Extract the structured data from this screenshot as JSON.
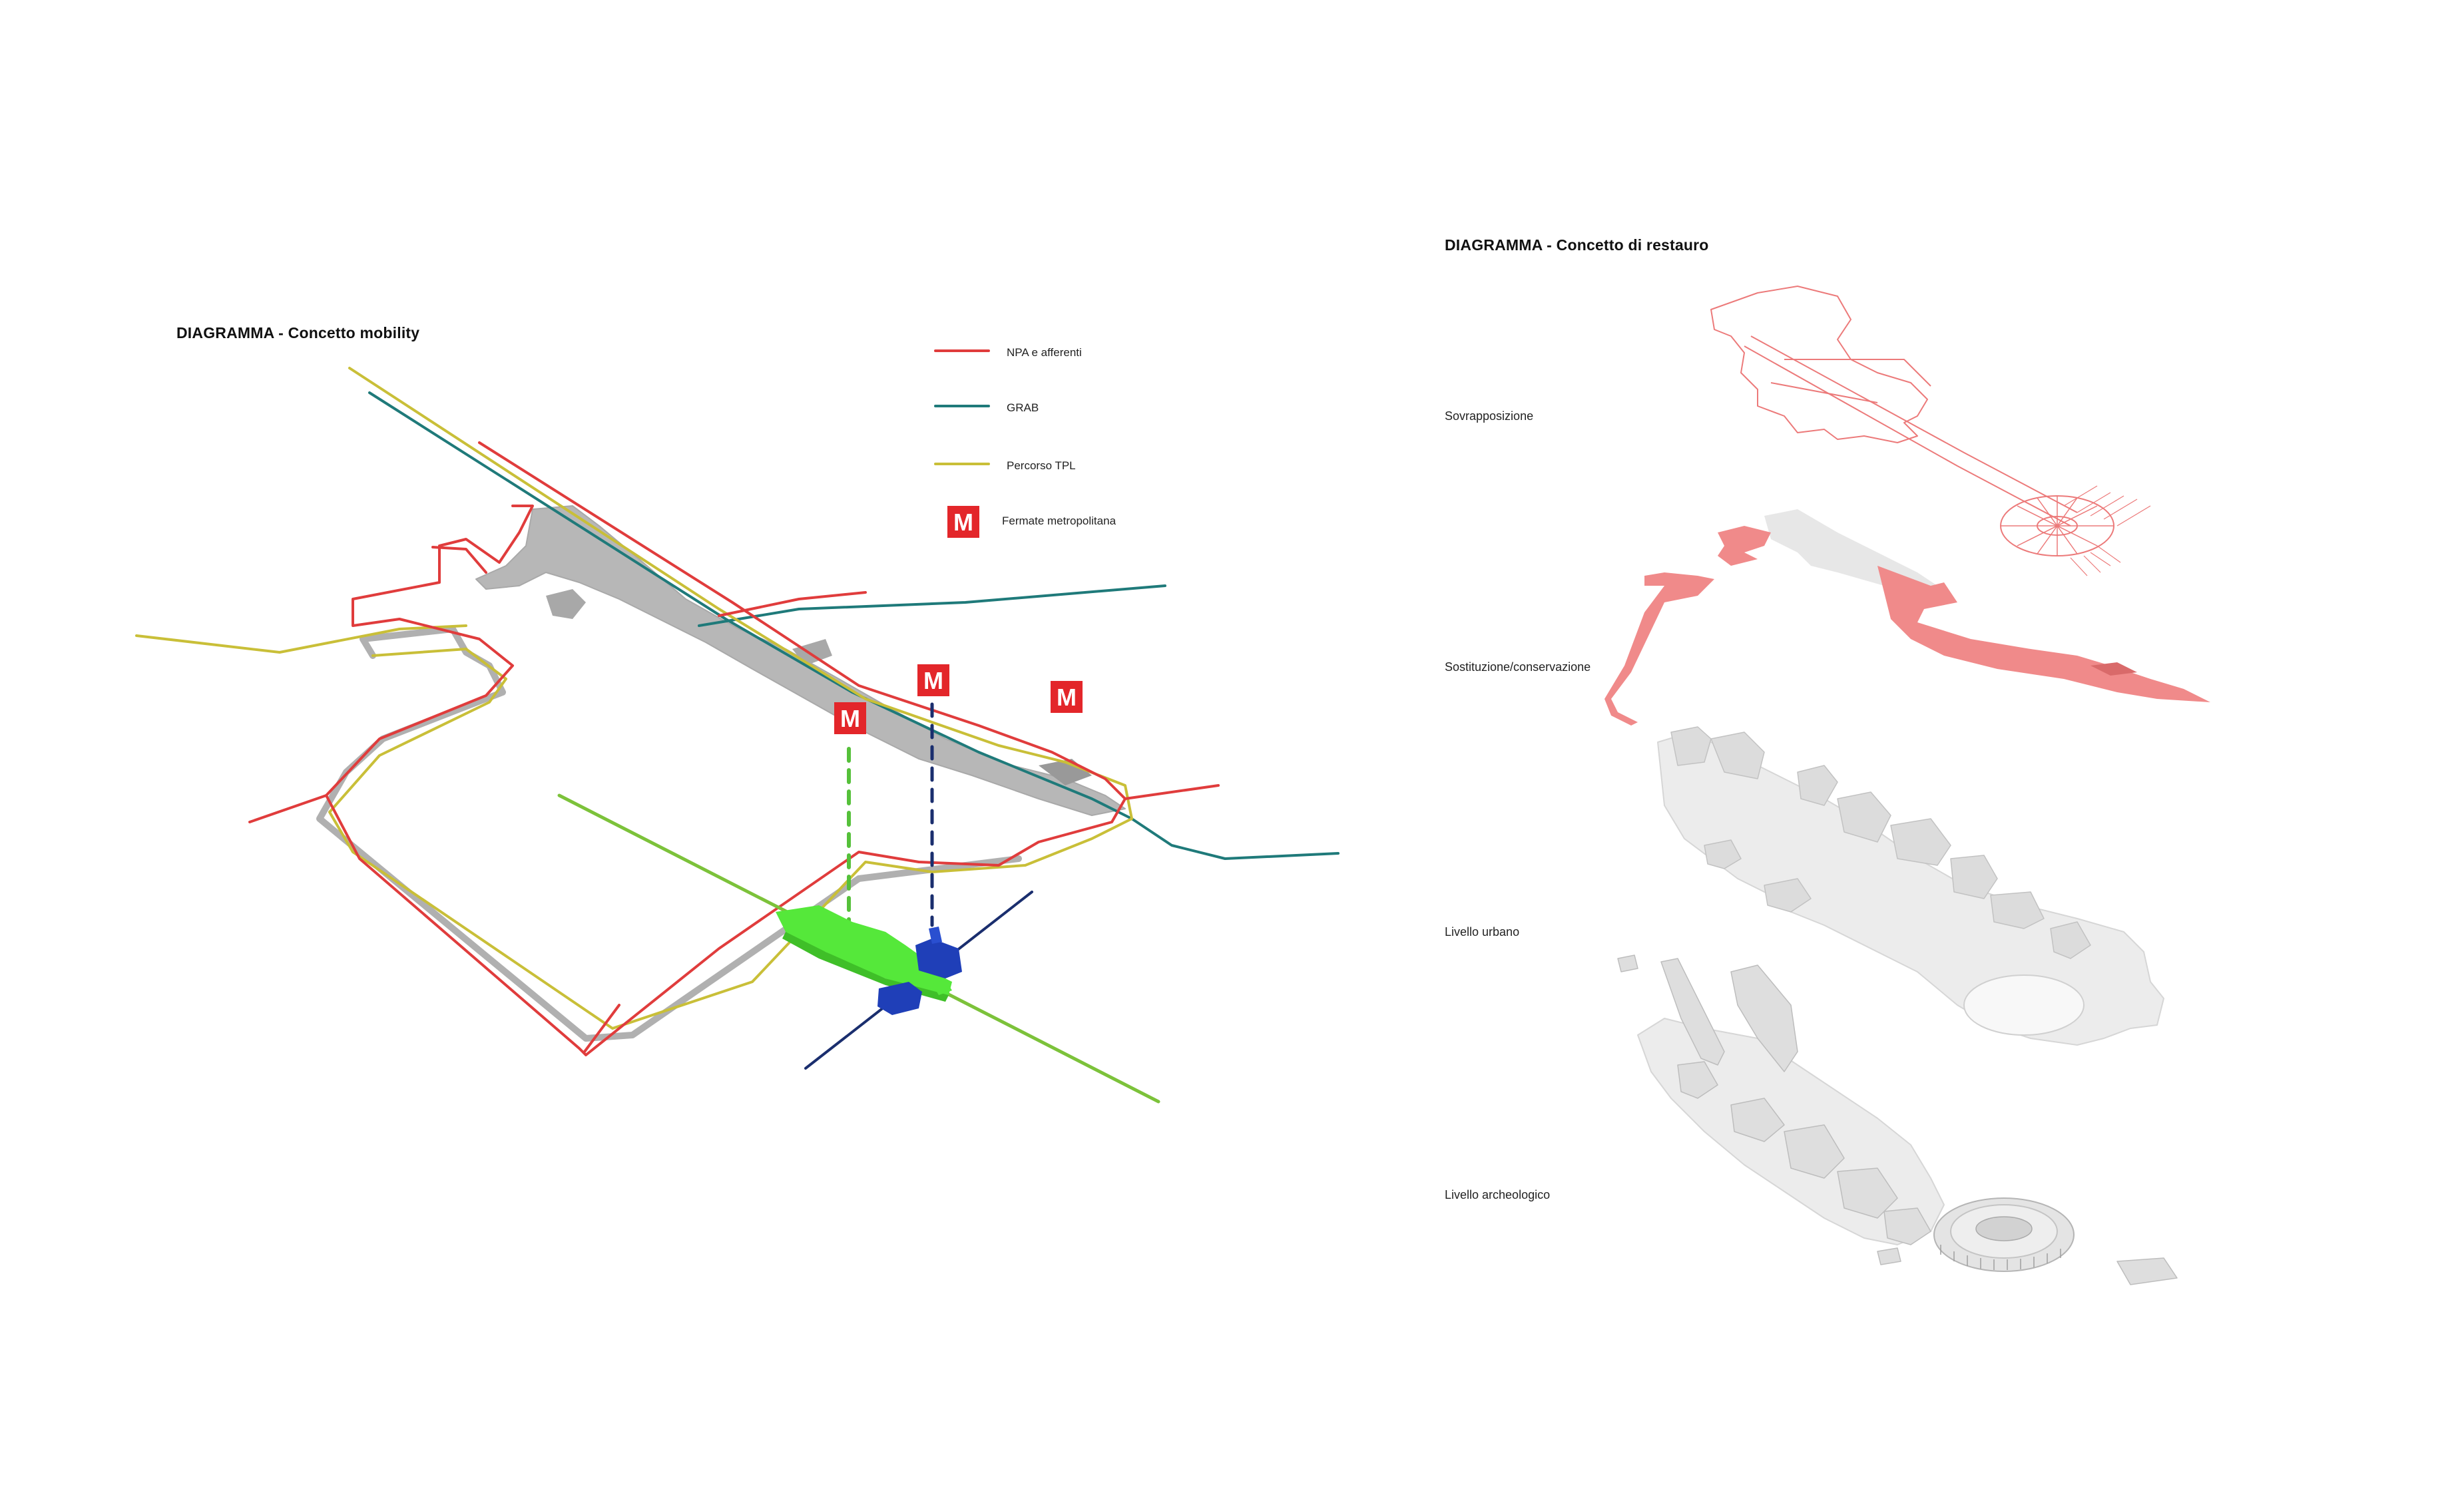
{
  "mobility": {
    "title": "DIAGRAMMA - Concetto mobility",
    "legend": [
      {
        "label": "NPA e afferenti",
        "color": "#e03c3c",
        "icon": "line-swatch"
      },
      {
        "label": "GRAB",
        "color": "#1f7a7a",
        "icon": "line-swatch"
      },
      {
        "label": "Percorso TPL",
        "color": "#c9bf38",
        "icon": "line-swatch"
      },
      {
        "label": "Fermate metropolitana",
        "color": "#e3262a",
        "icon": "metro-icon"
      }
    ],
    "metro_glyph": "M",
    "colors": {
      "gray": "#b0b0b0",
      "green": "#55e83a",
      "green_line": "#7cc23a",
      "blue": "#1f3fb8",
      "navy": "#1a2e6e"
    }
  },
  "restauro": {
    "title": "DIAGRAMMA - Concetto di restauro",
    "layers": [
      {
        "label": "Sovrapposizione"
      },
      {
        "label": "Sostituzione/conservazione"
      },
      {
        "label": "Livello urbano"
      },
      {
        "label": "Livello archeologico"
      }
    ],
    "colors": {
      "outline": "#ec7a7a",
      "fill": "#f08a8a",
      "model": "#e6e6e6"
    }
  }
}
